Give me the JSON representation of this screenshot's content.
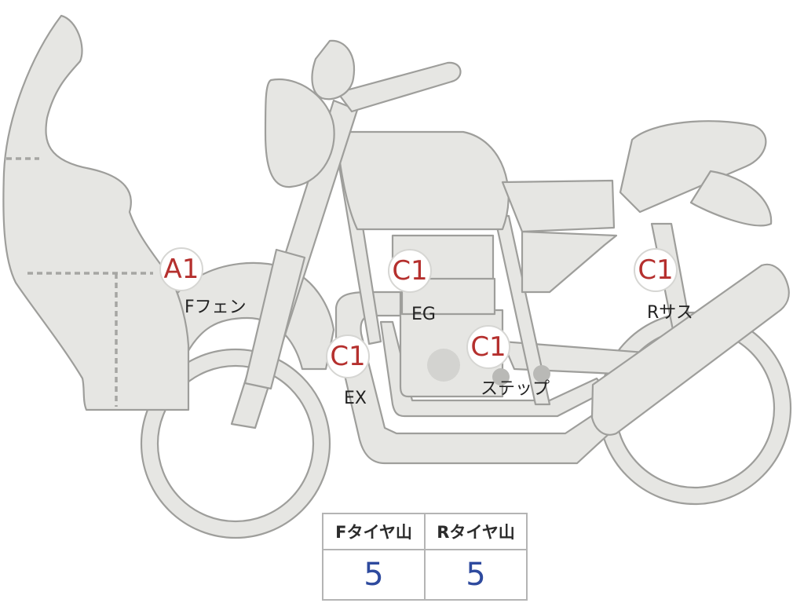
{
  "markers": [
    {
      "id": "fender",
      "grade": "A1",
      "label": "Fフェン"
    },
    {
      "id": "engine",
      "grade": "C1",
      "label": "EG"
    },
    {
      "id": "exhaust",
      "grade": "C1",
      "label": "EX"
    },
    {
      "id": "step",
      "grade": "C1",
      "label": "ステップ"
    },
    {
      "id": "rear-suspension",
      "grade": "C1",
      "label": "Rサス"
    }
  ],
  "tire_table": {
    "headers": [
      "Fタイヤ山",
      "Rタイヤ山"
    ],
    "values": [
      "5",
      "5"
    ]
  },
  "colors": {
    "part_fill": "#e6e6e3",
    "part_stroke": "#9e9e9b",
    "grade_text": "#b5302e",
    "tire_value": "#2e4a9e"
  }
}
